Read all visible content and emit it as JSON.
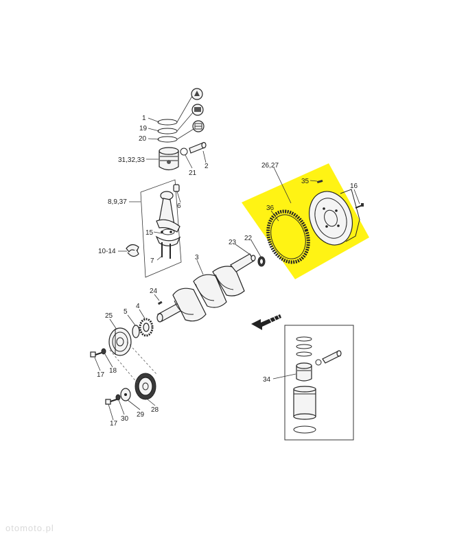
{
  "colors": {
    "highlight": "#FFF200",
    "line": "#333333",
    "part_fill": "#f4f4f4"
  },
  "watermark": "otomoto.pl",
  "labels": {
    "l1": "1",
    "l19": "19",
    "l20": "20",
    "l31": "31,32,33",
    "l21": "21",
    "l2": "2",
    "l89": "8,9,37",
    "l6": "6",
    "l15": "15",
    "l1014": "10-14",
    "l7": "7",
    "l3": "3",
    "l23": "23",
    "l22": "22",
    "l2627": "26,27",
    "l35": "35",
    "l16": "16",
    "l36": "36",
    "l24": "24",
    "l25": "25",
    "l5": "5",
    "l4": "4",
    "l17a": "17",
    "l18": "18",
    "l17b": "17",
    "l30": "30",
    "l29": "29",
    "l28": "28",
    "l34": "34"
  },
  "icons": {
    "direction": "arrow-left-icon"
  }
}
